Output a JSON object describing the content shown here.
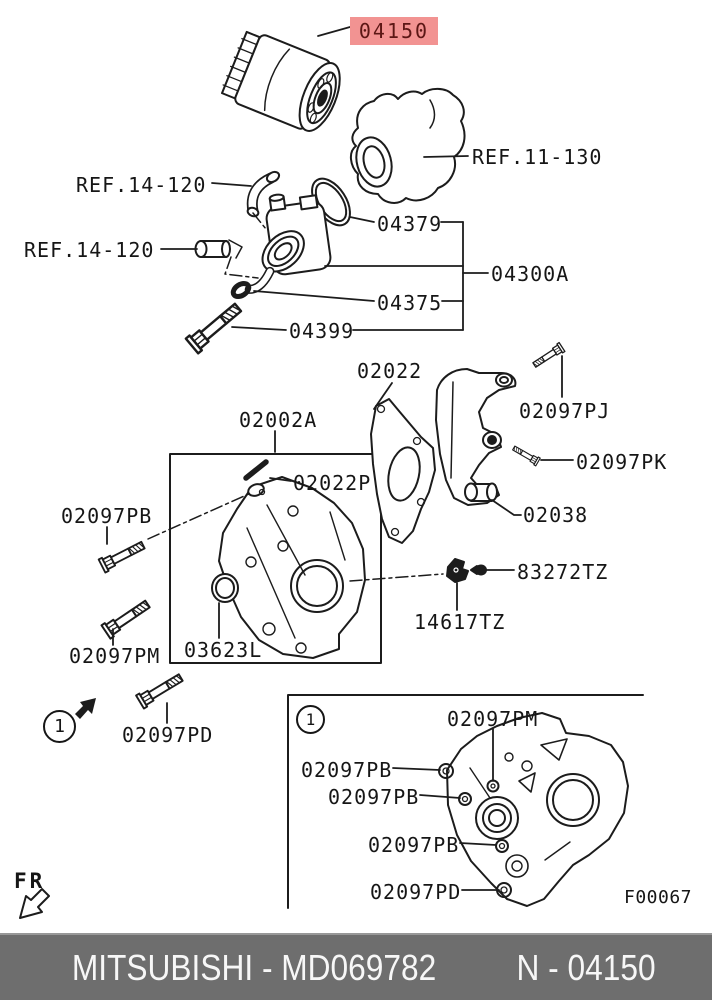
{
  "figure": {
    "highlight": {
      "label": "04150",
      "bg": "#f29392",
      "fg": "#5c1715"
    },
    "callouts": {
      "ref_11_130": "REF.11-130",
      "ref_14_120_top": "REF.14-120",
      "ref_14_120_left": "REF.14-120",
      "p_04379": "04379",
      "p_04300a": "04300A",
      "p_04375": "04375",
      "p_04399": "04399",
      "p_02022": "02022",
      "p_02097pj": "02097PJ",
      "p_02097pk": "02097PK",
      "p_02002a": "02002A",
      "p_02022p": "02022P",
      "p_02038": "02038",
      "p_02097pb": "02097PB",
      "p_83272tz": "83272TZ",
      "p_14617tz": "14617TZ",
      "p_03623l": "03623L",
      "p_02097pm": "02097PM",
      "p_02097pd": "02097PD"
    },
    "view_marker": "1",
    "fr_label": "FR"
  },
  "inset": {
    "view_marker": "1",
    "callouts": {
      "pm": "02097PM",
      "pb_upper": "02097PB",
      "pb_middle": "02097PB",
      "pb_lower": "02097PB",
      "pd": "02097PD"
    },
    "figure_code": "F00067"
  },
  "footer": {
    "brand_part": "MITSUBISHI - MD069782",
    "number_part": "N - 04150"
  }
}
